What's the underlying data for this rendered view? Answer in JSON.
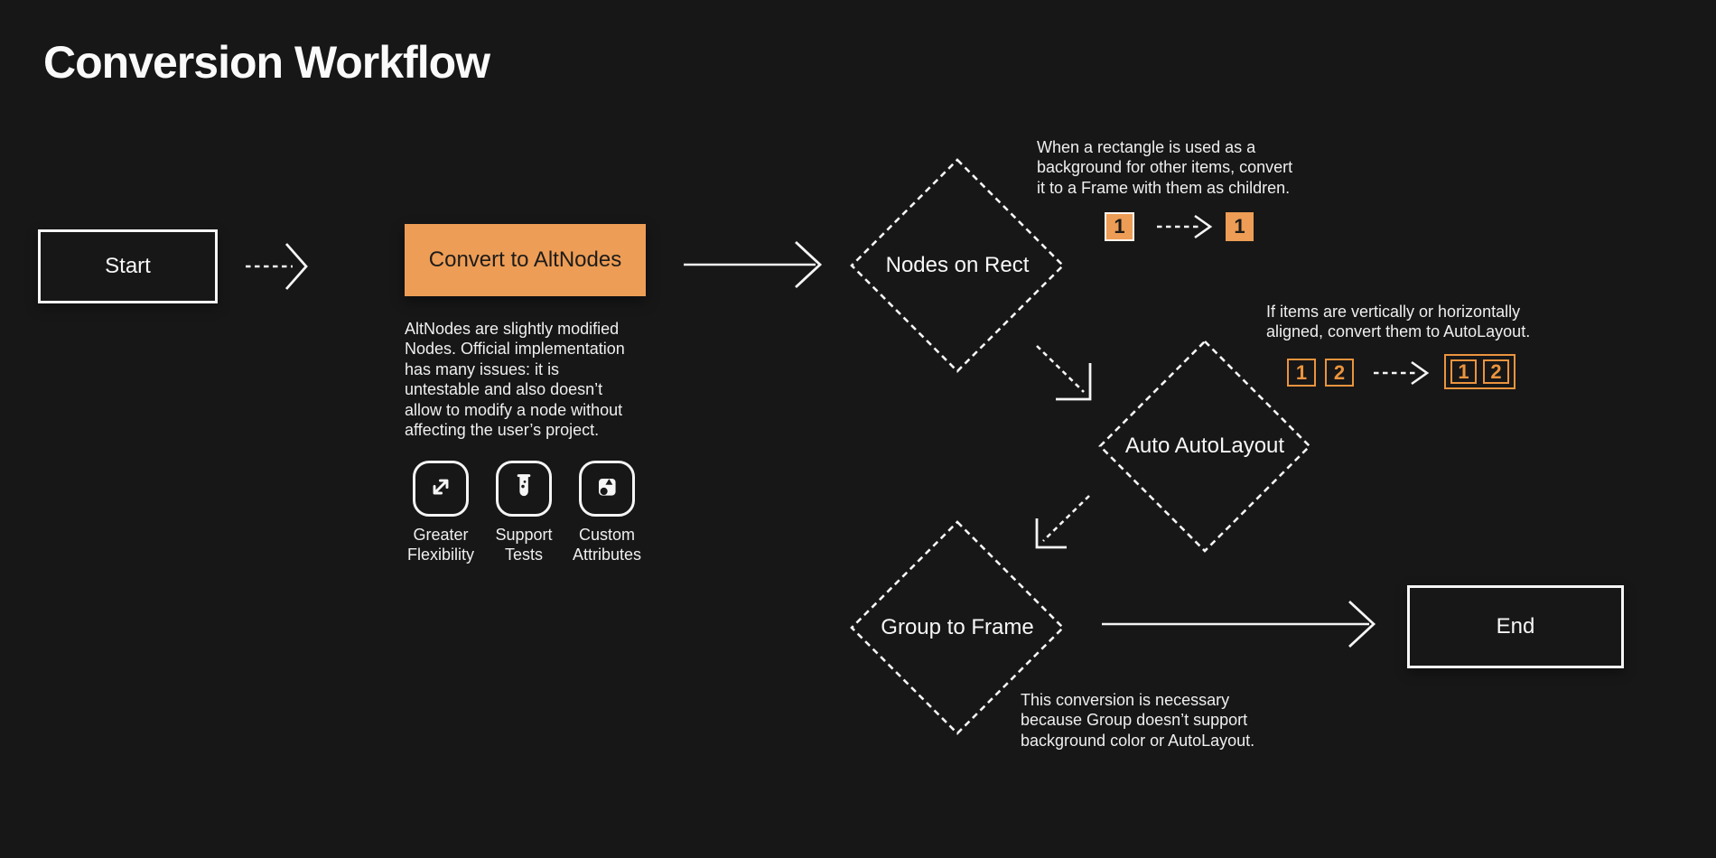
{
  "title": "Conversion Workflow",
  "nodes": {
    "start": "Start",
    "convert": "Convert to AltNodes",
    "nodes_on_rect": "Nodes on Rect",
    "auto_autolayout": "Auto AutoLayout",
    "group_to_frame": "Group to Frame",
    "end": "End"
  },
  "convert_description": {
    "lines": [
      "AltNodes are slightly modified",
      "Nodes. Official implementation",
      "has many issues: it is",
      "untestable and also doesn’t",
      "allow to modify a node without",
      "affecting the user’s project."
    ]
  },
  "features": [
    {
      "icon": "expand-diagonal-icon",
      "label": "Greater Flexibility"
    },
    {
      "icon": "test-tube-icon",
      "label": "Support Tests"
    },
    {
      "icon": "shapes-icon",
      "label": "Custom Attributes"
    }
  ],
  "annotations": {
    "nodes_on_rect": {
      "lines": [
        "When a rectangle is used as a",
        "background for other items, convert",
        "it to a Frame with them as children."
      ],
      "before_badge": "1",
      "after_badge": "1"
    },
    "auto_autolayout": {
      "lines": [
        "If items are vertically or horizontally",
        "aligned, convert them to AutoLayout."
      ],
      "before_badges": [
        "1",
        "2"
      ],
      "after_badges": [
        "1",
        "2"
      ]
    },
    "group_to_frame": {
      "lines": [
        "This conversion is necessary",
        "because Group doesn’t support",
        "background color or AutoLayout."
      ]
    }
  },
  "colors": {
    "background": "#171717",
    "accent_orange": "#ED9D55",
    "outline_orange": "#EB943E",
    "stroke_white": "#F5F5F5",
    "text_light": "#EFEFEF",
    "text_dark": "#1E1C1A"
  }
}
